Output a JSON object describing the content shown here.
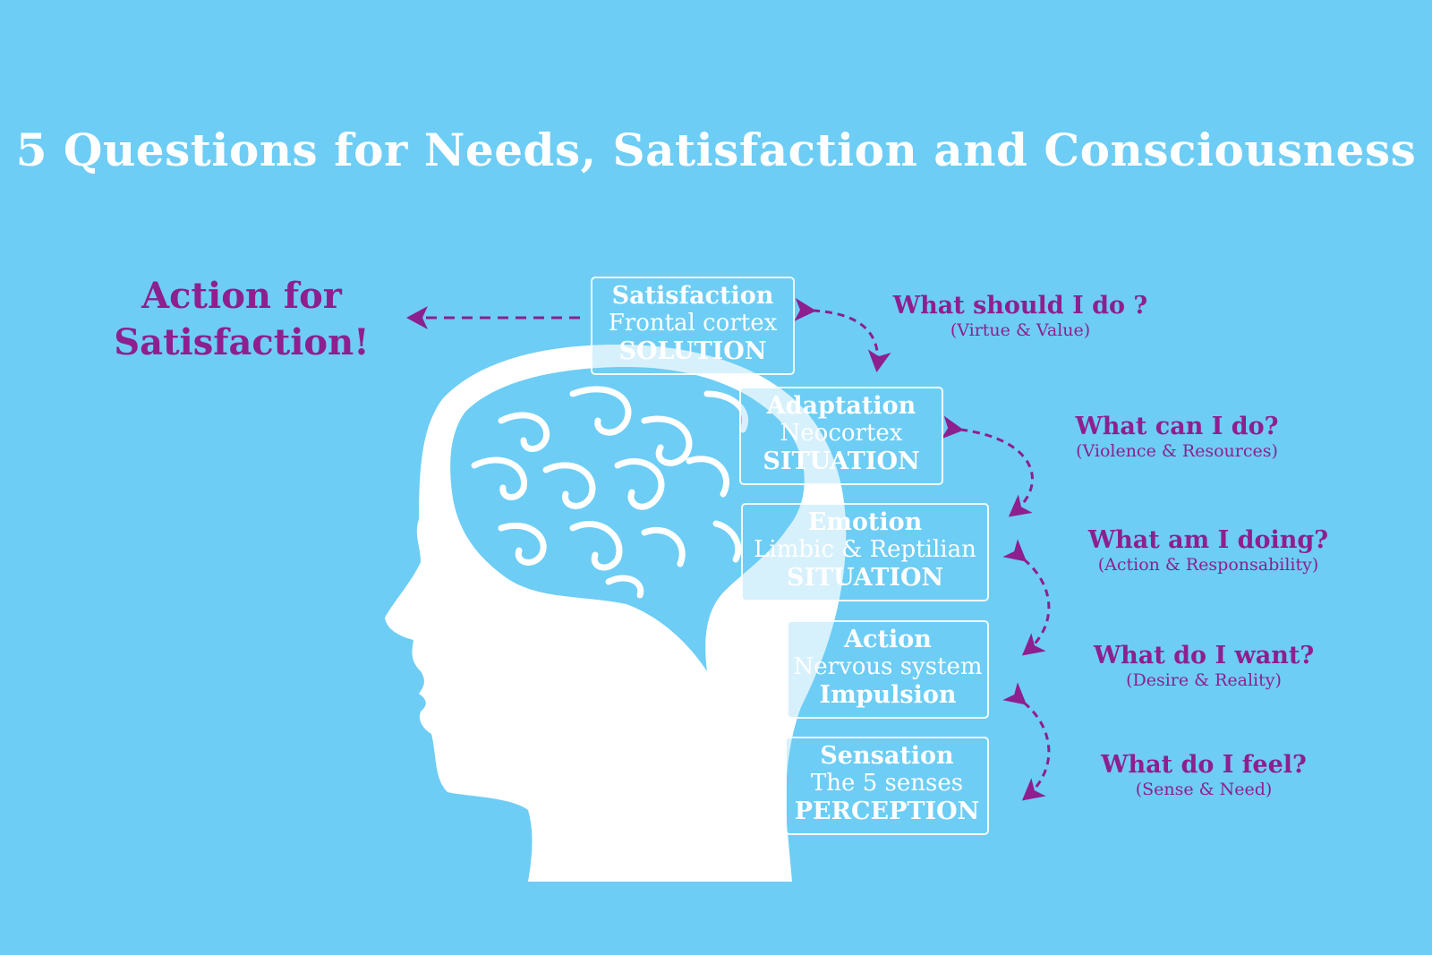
{
  "title": "5 Questions for Needs, Satisfaction and Consciousness",
  "action": {
    "line1": "Action for",
    "line2": "Satisfaction!"
  },
  "levels": [
    {
      "name": "Satisfaction",
      "region": "Frontal cortex",
      "mode": "SOLUTION"
    },
    {
      "name": "Adaptation",
      "region": "Neocortex",
      "mode": "SITUATION"
    },
    {
      "name": "Emotion",
      "region": "Limbic & Reptilian",
      "mode": "SITUATION"
    },
    {
      "name": "Action",
      "region": "Nervous system",
      "mode": "Impulsion"
    },
    {
      "name": "Sensation",
      "region": "The 5 senses",
      "mode": "PERCEPTION"
    }
  ],
  "questions": [
    {
      "question": "What should I do ?",
      "values": "(Virtue & Value)"
    },
    {
      "question": "What can I do?",
      "values": "(Violence & Resources)"
    },
    {
      "question": "What am I doing?",
      "values": "(Action & Responsability)"
    },
    {
      "question": "What do I want?",
      "values": "(Desire & Reality)"
    },
    {
      "question": "What do I feel?",
      "values": "(Sense & Need)"
    }
  ],
  "colors": {
    "background": "#6dcdf5",
    "accent": "#8e1f8e",
    "foreground": "#ffffff"
  }
}
